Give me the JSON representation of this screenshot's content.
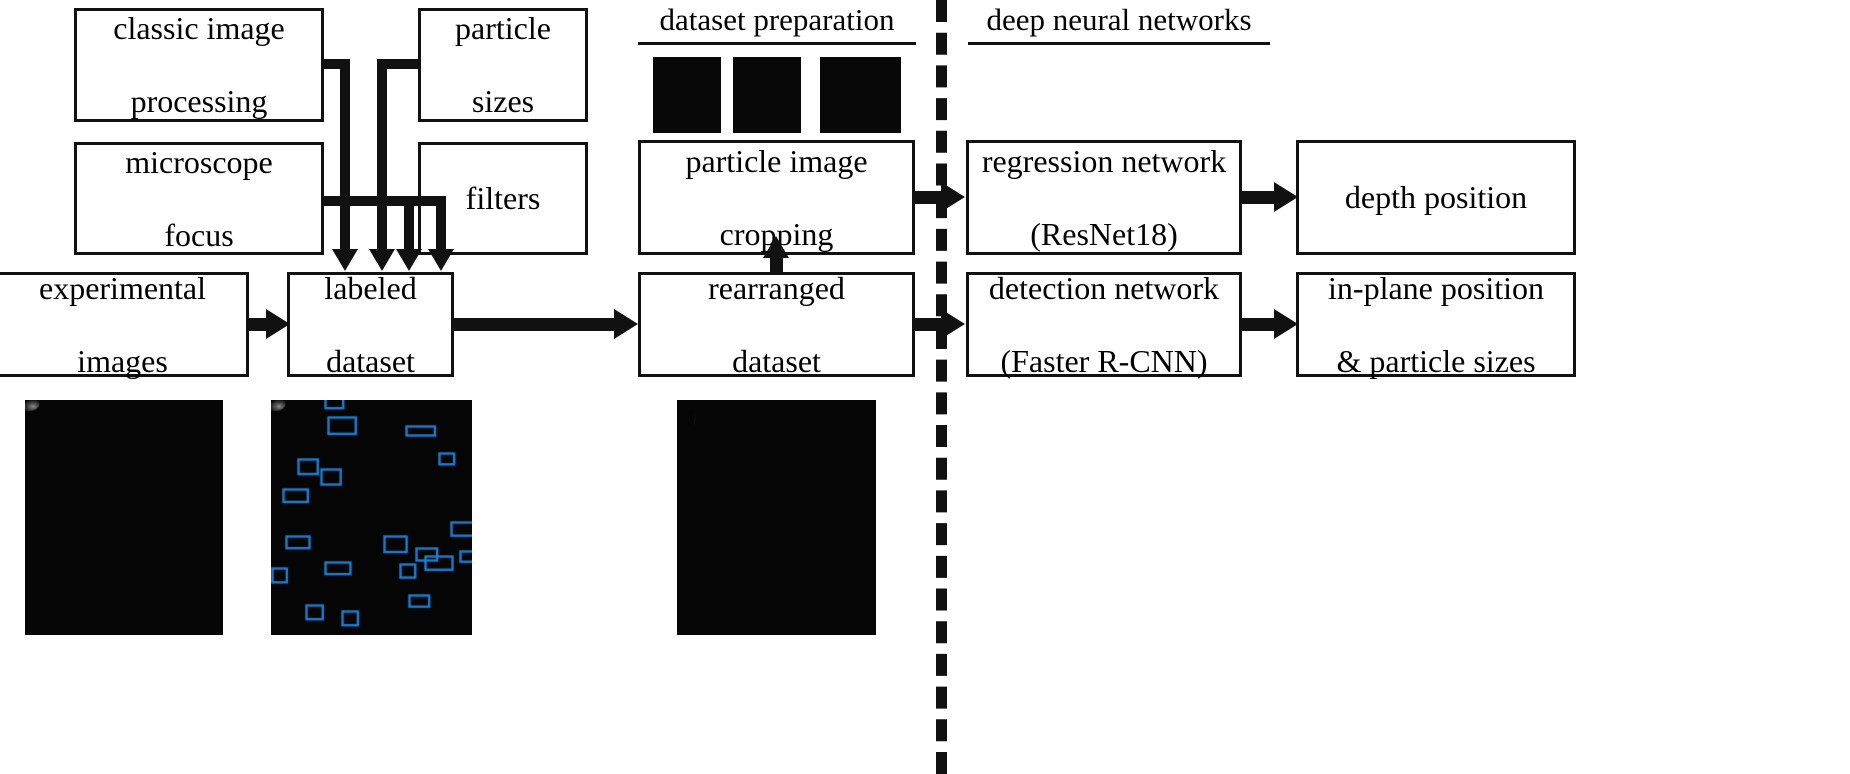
{
  "sections": [
    {
      "id": "dataset-preparation",
      "label": "dataset preparation"
    },
    {
      "id": "deep-neural-networks",
      "label": "deep neural networks"
    }
  ],
  "boxes": {
    "classic_image_processing": {
      "line1": "classic image",
      "line2": "processing"
    },
    "microscope_focus": {
      "line1": "microscope",
      "line2": "focus"
    },
    "particle_sizes": {
      "line1": "particle",
      "line2": "sizes"
    },
    "filters": {
      "line1": "filters",
      "line2": ""
    },
    "experimental_images": {
      "line1": "experimental",
      "line2": "images"
    },
    "labeled_dataset": {
      "line1": "labeled",
      "line2": "dataset"
    },
    "particle_image_cropping": {
      "line1": "particle image",
      "line2": "cropping"
    },
    "rearranged_dataset": {
      "line1": "rearranged",
      "line2": "dataset"
    },
    "regression_network": {
      "line1": "regression network",
      "line2": "(ResNet18)"
    },
    "detection_network": {
      "line1": "detection network",
      "line2": "(Faster R-CNN)"
    },
    "depth_position": {
      "line1": "depth position",
      "line2": ""
    },
    "in_plane_position": {
      "line1": "in-plane position",
      "line2": "& particle sizes"
    }
  },
  "thumbnails": {
    "experimental_sample": "experimental-image-thumbnail",
    "labeled_sample": "labeled-image-thumbnail",
    "rearranged_sample": "rearranged-image-thumbnail",
    "crop_1": "particle-crop-1",
    "crop_2": "particle-crop-2",
    "crop_3": "particle-crop-3"
  },
  "colors": {
    "stroke": "#111111",
    "background": "#ffffff",
    "annotation_box": "#1f7fd4",
    "image_background": "#050505"
  },
  "divider": {
    "style": "dashed",
    "orientation": "vertical"
  }
}
